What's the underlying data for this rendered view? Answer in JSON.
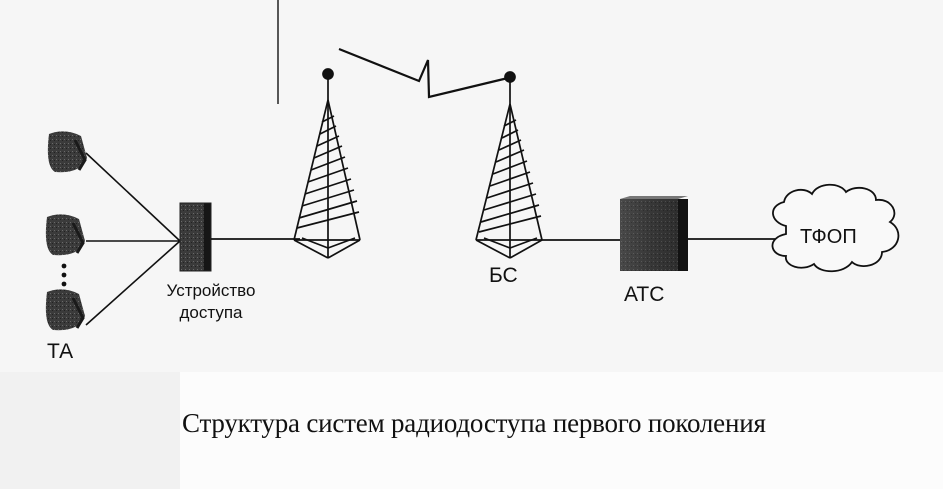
{
  "diagram": {
    "caption": "Структура систем радиодоступа первого поколения",
    "labels": {
      "terminals": "ТА",
      "access_device_line1": "Устройство",
      "access_device_line2": "доступа",
      "base_station": "БС",
      "exchange": "АТС",
      "pstn": "ТФОП"
    },
    "terminals_ellipsis": "⋮",
    "colors": {
      "line": "#111111",
      "device_fill": "#3a3a3a",
      "background": "#f6f6f6"
    },
    "icons": [
      "telephone-handset-icon",
      "access-device-icon",
      "antenna-tower-icon",
      "exchange-box-icon",
      "cloud-icon",
      "radio-link-icon"
    ]
  }
}
